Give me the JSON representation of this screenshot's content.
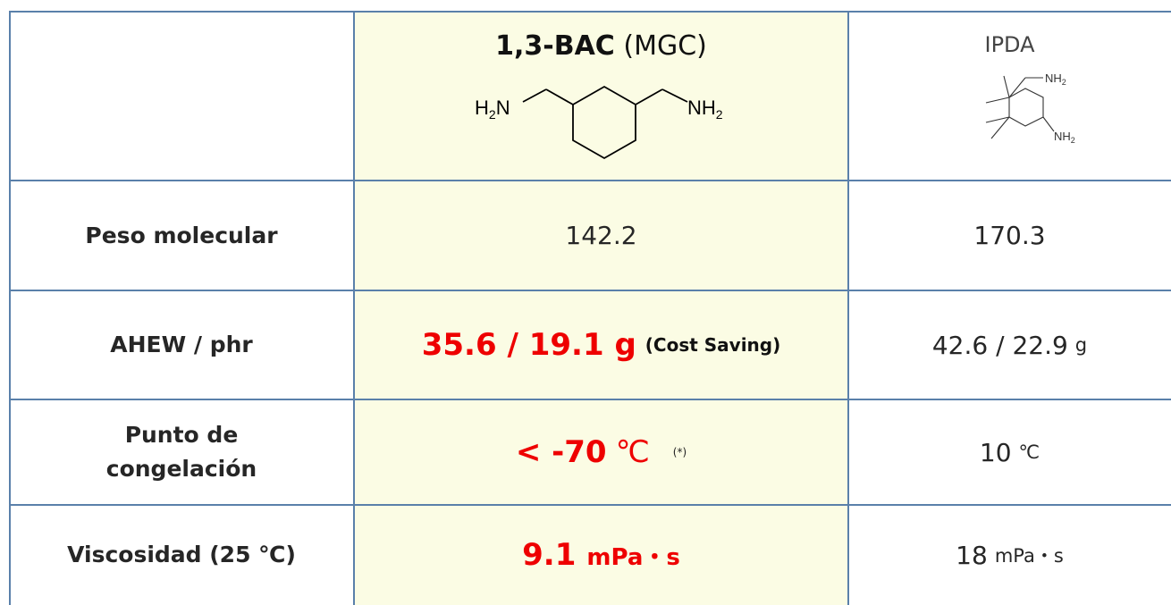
{
  "header": {
    "col1_bold": "1,3-BAC",
    "col1_rest": " (MGC)",
    "col2": "IPDA",
    "bac_left_amine": "H2N",
    "bac_right_amine": "NH2",
    "ipda_top_amine": "NH2",
    "ipda_bottom_amine": "NH2"
  },
  "rows": [
    {
      "label": "Peso molecular",
      "bac": "142.2",
      "ipda": "170.3"
    },
    {
      "label": "AHEW / phr",
      "bac_main": "35.6 / 19.1 g",
      "bac_note": "(Cost Saving)",
      "ipda_main": "42.6 / 22.9",
      "ipda_unit": "g"
    },
    {
      "label_line1": "Punto de",
      "label_line2": "congelación",
      "bac_main": "< -70",
      "bac_unit": "℃",
      "bac_note": "(*)",
      "ipda_main": "10",
      "ipda_unit": "℃"
    },
    {
      "label": "Viscosidad (25 ℃)",
      "bac_main": "9.1",
      "bac_unit": "mPa・s",
      "ipda_main": "18",
      "ipda_unit": "mPa・s"
    }
  ],
  "colors": {
    "border": "#5a80aa",
    "highlight": "#fbfce4",
    "emphasis": "#ee0000"
  }
}
